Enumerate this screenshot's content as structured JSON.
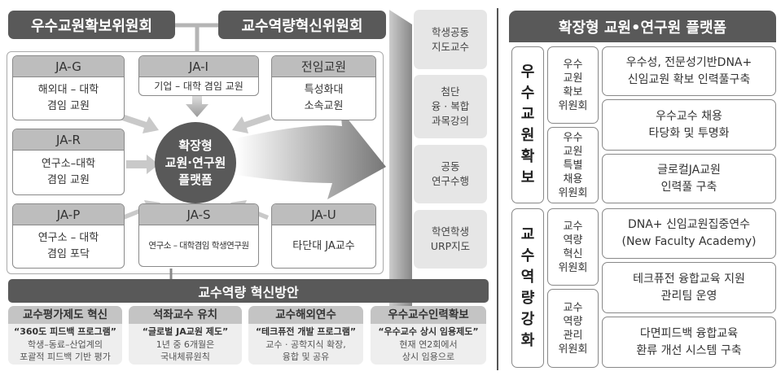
{
  "left": {
    "committee_a": "우수교원확보위원회",
    "committee_b": "교수역량혁신위원회",
    "center": "확장형\n교원·연구원\n플랫폼",
    "cards": [
      {
        "title": "JA-G",
        "body": "해외대 – 대학\n겸임 교원"
      },
      {
        "title": "JA-I",
        "body": "기업 – 대학 겸임 교원"
      },
      {
        "title": "전임교원",
        "body": "특성화대\n소속교원"
      },
      {
        "title": "JA-R",
        "body": "연구소–대학\n겸임 교원"
      },
      {
        "title": "JA-P",
        "body": "연구소 – 대학\n겸임 포닥"
      },
      {
        "title": "JA-S",
        "body": "연구소 – 대학겸임 학생연구원"
      },
      {
        "title": "JA-U",
        "body": "타단대 JA교수"
      }
    ],
    "outcomes": [
      "학생공동\n지도교수",
      "첨단\n융 · 복합\n과목강의",
      "공동\n연구수행",
      "학연학생\nURP지도"
    ],
    "banner": "교수역량 혁신방안",
    "measures": [
      {
        "title": "교수평가제도 혁신",
        "quote": "“360도 피드백 프로그램”",
        "desc": "학생–동료–산업계의\n포괄적 피드백 기반 평가"
      },
      {
        "title": "석좌교수 유치",
        "quote": "“글로벌 JA교원 제도”",
        "desc": "1년 중 6개월은\n국내체류원칙"
      },
      {
        "title": "교수해외연수",
        "quote": "“테크퓨전 개발 프로그램”",
        "desc": "교수 · 공학지식 확장,\n융합 및 공유"
      },
      {
        "title": "우수교수인력확보",
        "quote": "“우수교수 상시 임용제도”",
        "desc": "현재 연2회에서\n상시 임용으로"
      }
    ]
  },
  "right": {
    "title": "확장형 교원•연구원 플랫폼",
    "groups": [
      {
        "label": "우\n수\n교\n원\n확\n보",
        "committees": [
          "우수\n교원\n확보\n위원회",
          "우수\n교원\n특별\n채용\n위원회"
        ]
      },
      {
        "label": "교\n수\n역\n량\n강\n화",
        "committees": [
          "교수\n역량\n혁신\n위원회",
          "교수\n역량\n관리\n위원회"
        ]
      }
    ],
    "items": [
      "우수성, 전문성기반DNA+\n신임교원 확보 인력풀구축",
      "우수교수 채용\n타당화 및 투명화",
      "글로컬JA교원\n인력풀 구축",
      "DNA+ 신임교원집중연수\n(New Faculty Academy)",
      "테크퓨전 융합교육 지원\n관리팀 운영",
      "다면피드백 융합교육\n환류 개선 시스템 구축"
    ]
  },
  "colors": {
    "dark": "#595959",
    "header_gray": "#bdbdbd",
    "light_gray": "#e6e6e6"
  }
}
